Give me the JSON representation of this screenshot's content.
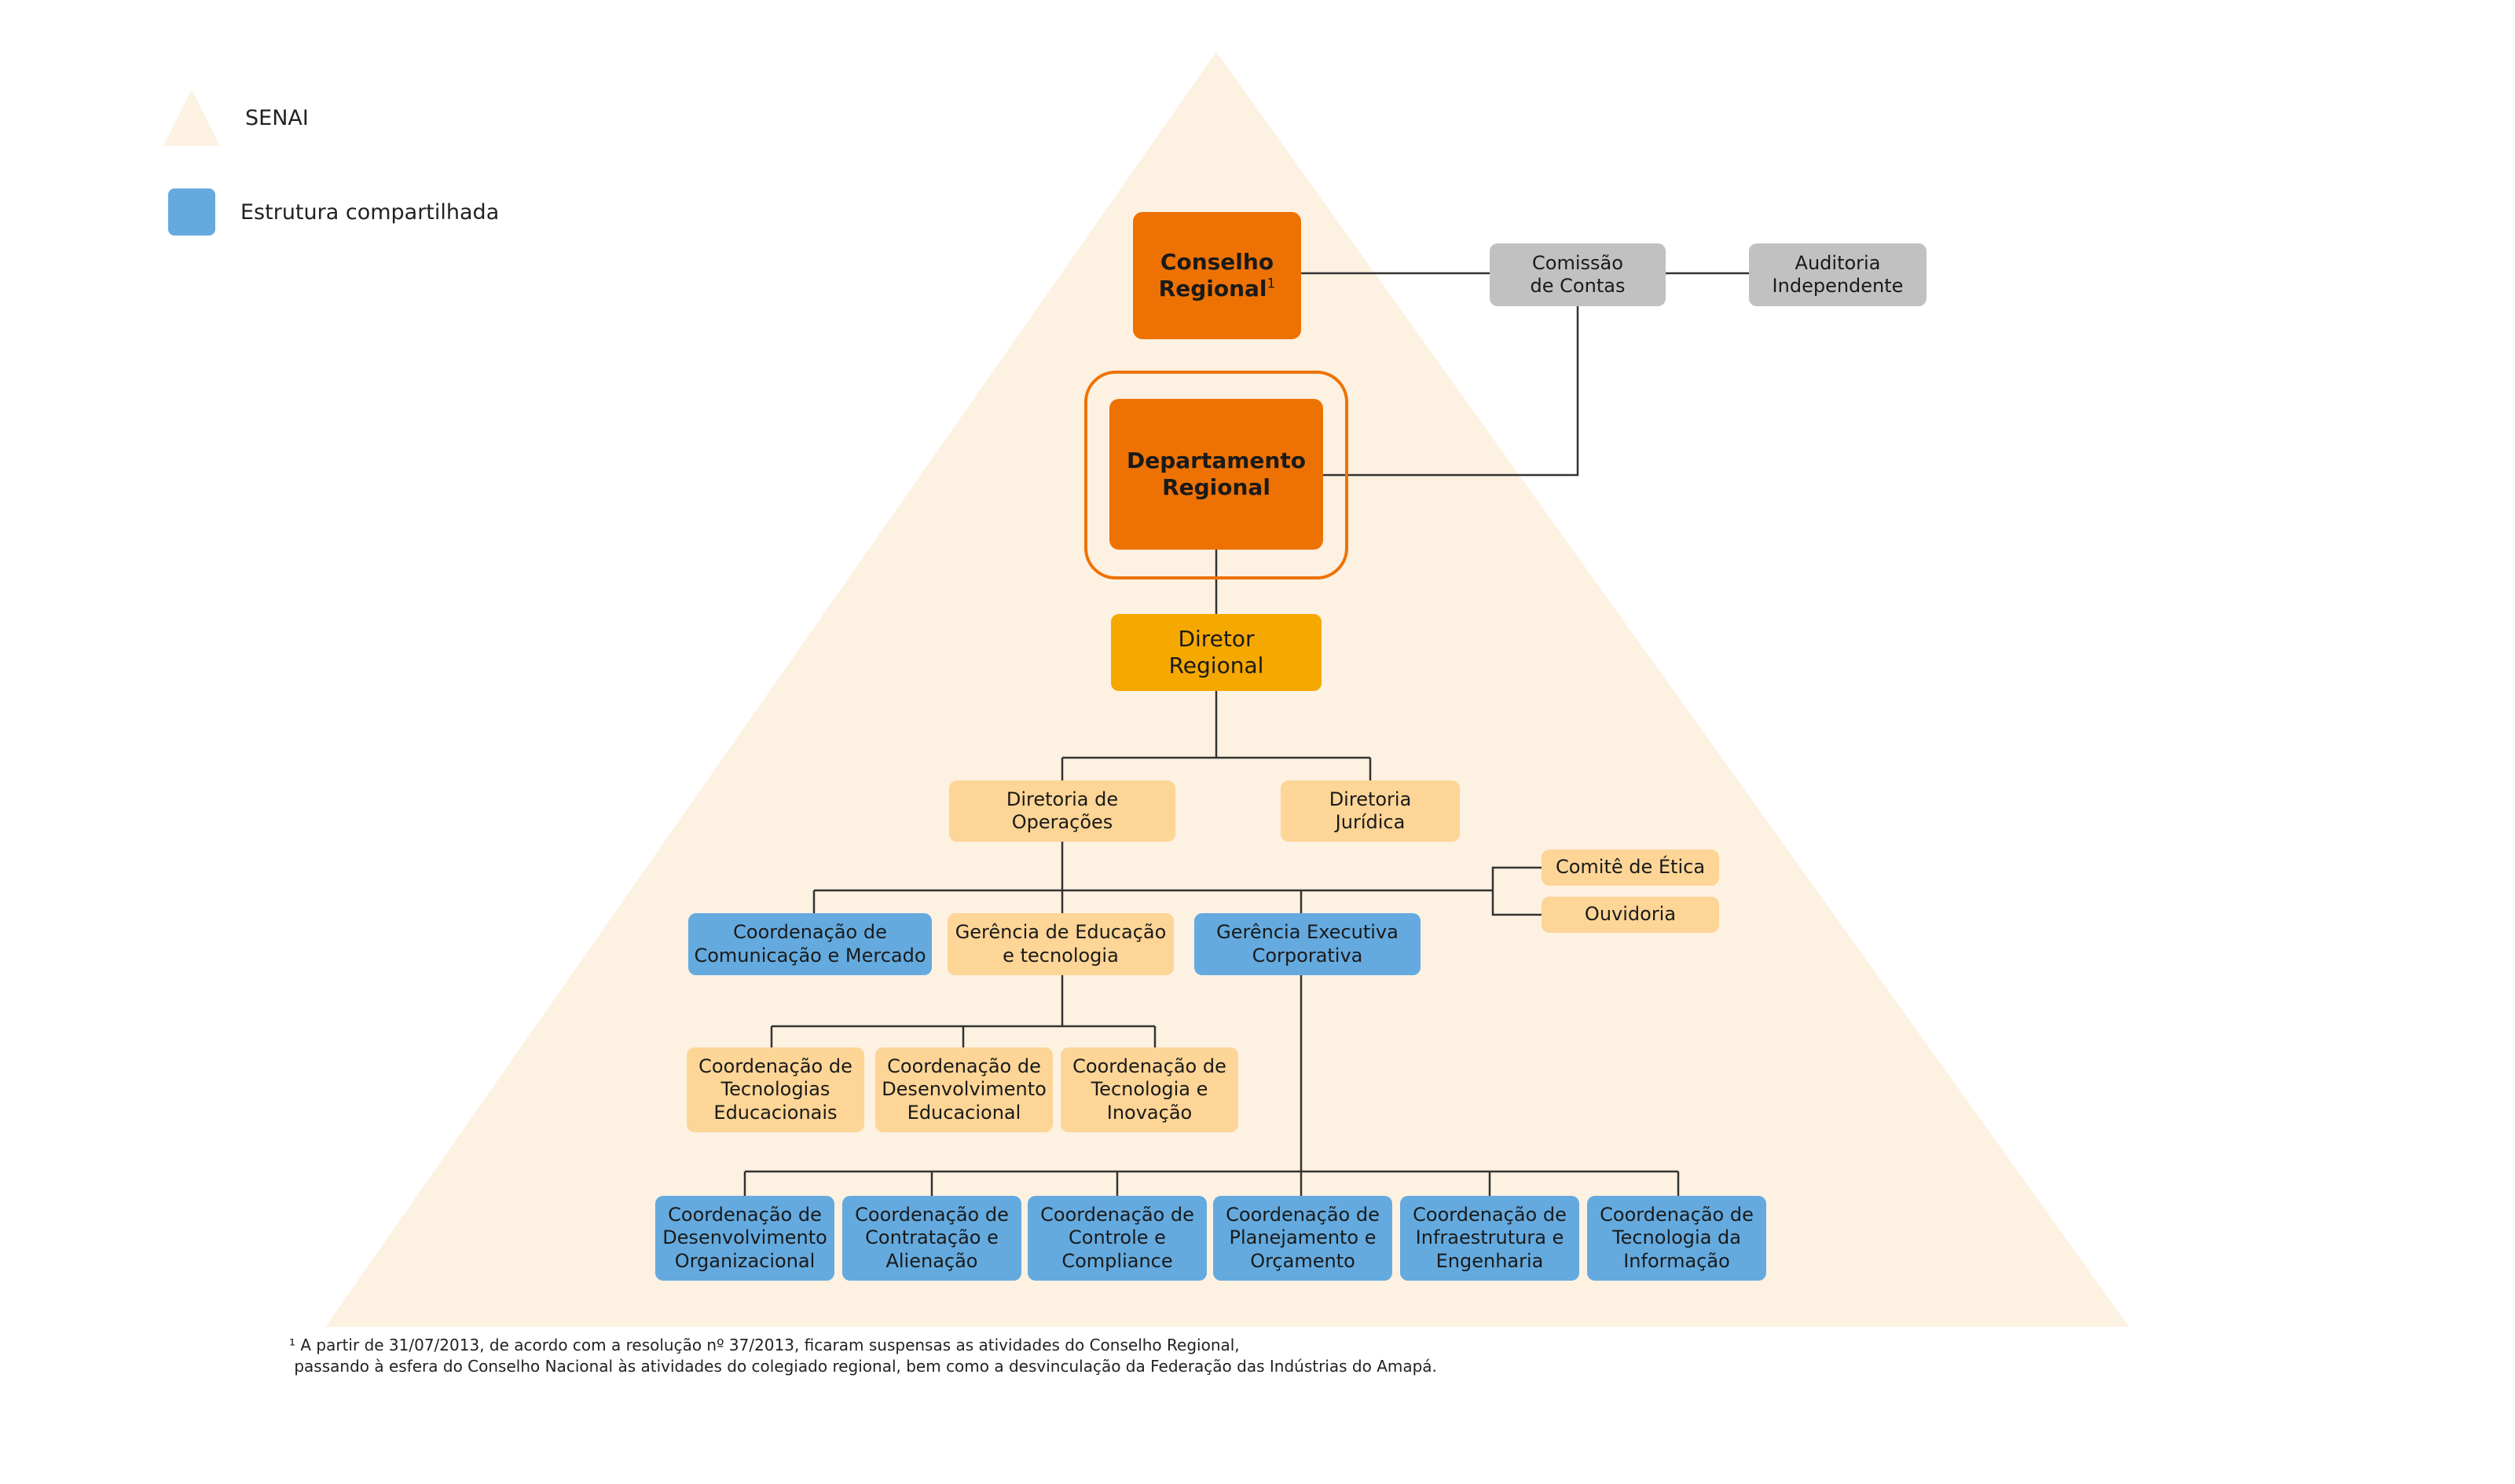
{
  "legend": {
    "senai": "SENAI",
    "shared": "Estrutura compartilhada"
  },
  "colors": {
    "pyramid": "#fdf1e1",
    "orange": "#ee7203",
    "yellow": "#f5a800",
    "pale": "#fdd596",
    "blue": "#64aadf",
    "gray": "#c1c1c1",
    "line": "#333333"
  },
  "nodes": {
    "conselho": "Conselho\nRegional",
    "conselho_sup": "1",
    "comissao": "Comissão\nde Contas",
    "auditoria": "Auditoria\nIndependente",
    "departamento": "Departamento\nRegional",
    "diretor": "Diretor\nRegional",
    "dir_operacoes": "Diretoria de\nOperações",
    "dir_juridica": "Diretoria\nJurídica",
    "comite_etica": "Comitê de Ética",
    "ouvidoria": "Ouvidoria",
    "coord_comunicacao": "Coordenação de\nComunicação e Mercado",
    "ger_educacao": "Gerência de Educação\ne tecnologia",
    "ger_executiva": "Gerência Executiva\nCorporativa",
    "coord_tec_educ": "Coordenação de\nTecnologias\nEducacionais",
    "coord_desenv_educ": "Coordenação de\nDesenvolvimento\nEducacional",
    "coord_tec_inov": "Coordenação de\nTecnologia e\nInovação",
    "coord_desenv_org": "Coordenação de\nDesenvolvimento\nOrganizacional",
    "coord_contratacao": "Coordenação de\nContratação e\nAlienação",
    "coord_controle": "Coordenação de\nControle e\nCompliance",
    "coord_planejamento": "Coordenação de\nPlanejamento e\nOrçamento",
    "coord_infra": "Coordenação de\nInfraestrutura e\nEngenharia",
    "coord_ti": "Coordenação de\nTecnologia da\nInformação"
  },
  "footnote": {
    "line1": "¹ A partir de 31/07/2013, de acordo com a resolução nº 37/2013, ficaram suspensas as atividades do Conselho Regional,",
    "line2": " passando à esfera do Conselho Nacional às atividades do colegiado regional, bem como a desvinculação da Federação das Indústrias do Amapá."
  }
}
